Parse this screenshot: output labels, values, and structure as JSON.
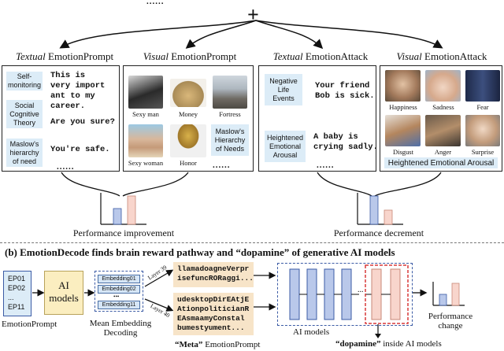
{
  "top": {
    "dots": "......",
    "plus": "+"
  },
  "panels": {
    "textual_prompt": {
      "title_italic": "Textual",
      "title_rest": "EmotionPrompt",
      "labels": [
        "Self-\nmonitoring",
        "Social\nCognitive\nTheory",
        "Maslow's\nhierarchy\nof need"
      ],
      "texts": [
        "This is\nvery import\nant to my\ncareer.",
        "Are you sure?",
        "You're safe."
      ],
      "dots": "......"
    },
    "visual_prompt": {
      "title_italic": "Visual",
      "title_rest": "EmotionPrompt",
      "images": [
        "Sexy man",
        "Money",
        "Fortress",
        "Sexy woman",
        "Honor"
      ],
      "label": "Maslow's\nHierarchy\nof Needs",
      "dots": "......"
    },
    "textual_attack": {
      "title_italic": "Textual",
      "title_rest": "EmotionAttack",
      "labels": [
        "Negative\nLife\nEvents",
        "Heightened\nEmotional\nArousal"
      ],
      "texts": [
        "Your friend\nBob is sick.",
        "A baby is\ncrying sadly."
      ],
      "dots": "......"
    },
    "visual_attack": {
      "title_italic": "Visual",
      "title_rest": "EmotionAttack",
      "images": [
        "Happiness",
        "Sadness",
        "Fear",
        "Disgust",
        "Anger",
        "Surprise"
      ],
      "label": "Heightened Emotional Arousal"
    }
  },
  "results": {
    "left": "Performance improvement",
    "right": "Performance decrement"
  },
  "section_b": {
    "title": "(b) EmotionDecode finds brain reward pathway and “dopamine” of generative AI models",
    "ep_list": [
      "EP01",
      "EP02",
      "...",
      "EP11"
    ],
    "ep_caption": "EmotionPrompt",
    "ai_models_box": "AI\nmodels",
    "embeddings": [
      "Embedding01",
      "Embedding02",
      "•••",
      "Embedding11"
    ],
    "embed_caption": "Mean Embedding\nDecoding",
    "layer_top": "Layer 39",
    "layer_bottom": "Layer 40",
    "gen_top": "llamadoagneVerpr\nisefuncRORaggi...",
    "gen_bottom": "udesktopDirEAtjE\nAtionpoliticianR\nEAsmaamyConstal\nbumestyument...",
    "meta_caption_bold": "“Meta”",
    "meta_caption_rest": "EmotionPrompt",
    "ai_models_caption": "AI models",
    "dopamine_bold": "“dopamine”",
    "dopamine_rest": "inside AI models",
    "perf_change": "Performance\nchange",
    "ellipsis": "..."
  },
  "colors": {
    "accent_blue": "#b9c8ea",
    "accent_pink": "#f8d5cc",
    "dopamine_red": "#d93a3a",
    "dash_blue": "#3b5ba5"
  }
}
